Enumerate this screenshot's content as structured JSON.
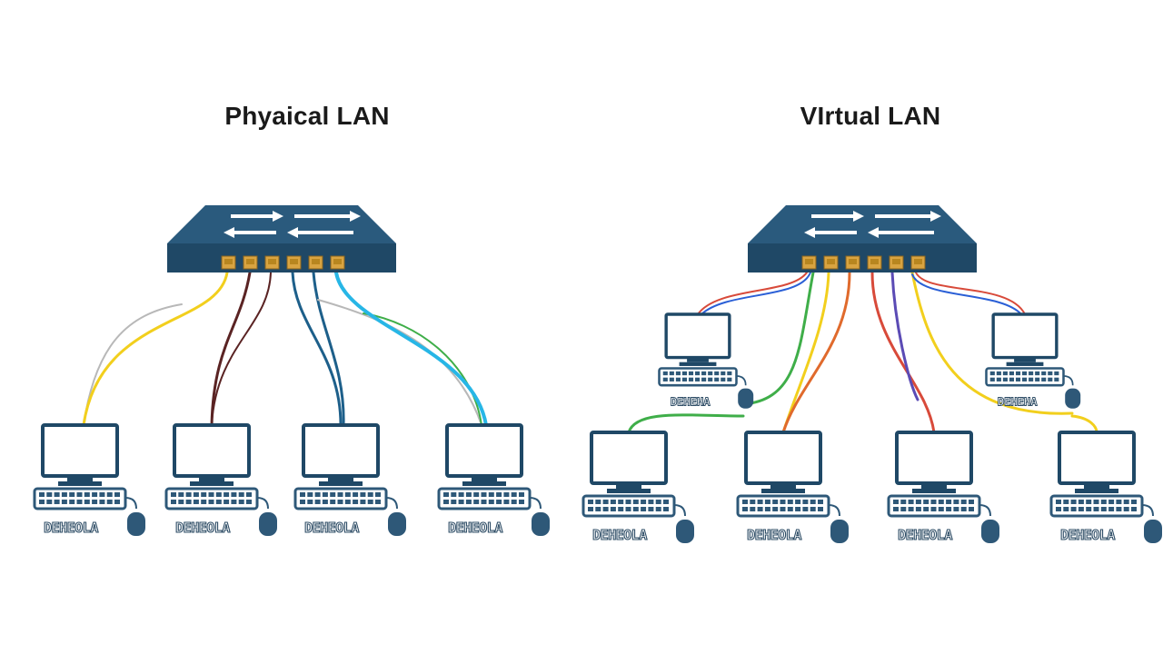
{
  "titles": {
    "physical": "Phyaical LAN",
    "virtual": "VIrtual LAN"
  },
  "colors": {
    "switch": "#1f4866",
    "switch_top": "#2a5a7d",
    "port": "#d9a441",
    "screen_frame": "#1f4866",
    "keyboard": "#2e5878",
    "cable_yellow": "#f2cf1d",
    "cable_gray": "#b8b8b8",
    "cable_darkred": "#5a2323",
    "cable_navy": "#1d5f8a",
    "cable_cyan": "#27b6e6",
    "cable_green": "#3fae49",
    "cable_orange": "#e06a2c",
    "cable_blue": "#2a5fd6",
    "cable_purple": "#5b4bb5",
    "cable_red": "#d84a3a"
  },
  "physical_lan": {
    "pc_labels": [
      "DEHEOLA",
      "DEHEOLA",
      "DEHEOLA",
      "DEHEOLA"
    ]
  },
  "virtual_lan": {
    "pc_labels": [
      "DEHEHA",
      "DEHEHA",
      "DEHEOLA",
      "DEHEOLA",
      "DEHEOLA",
      "DEHEOLA"
    ]
  }
}
